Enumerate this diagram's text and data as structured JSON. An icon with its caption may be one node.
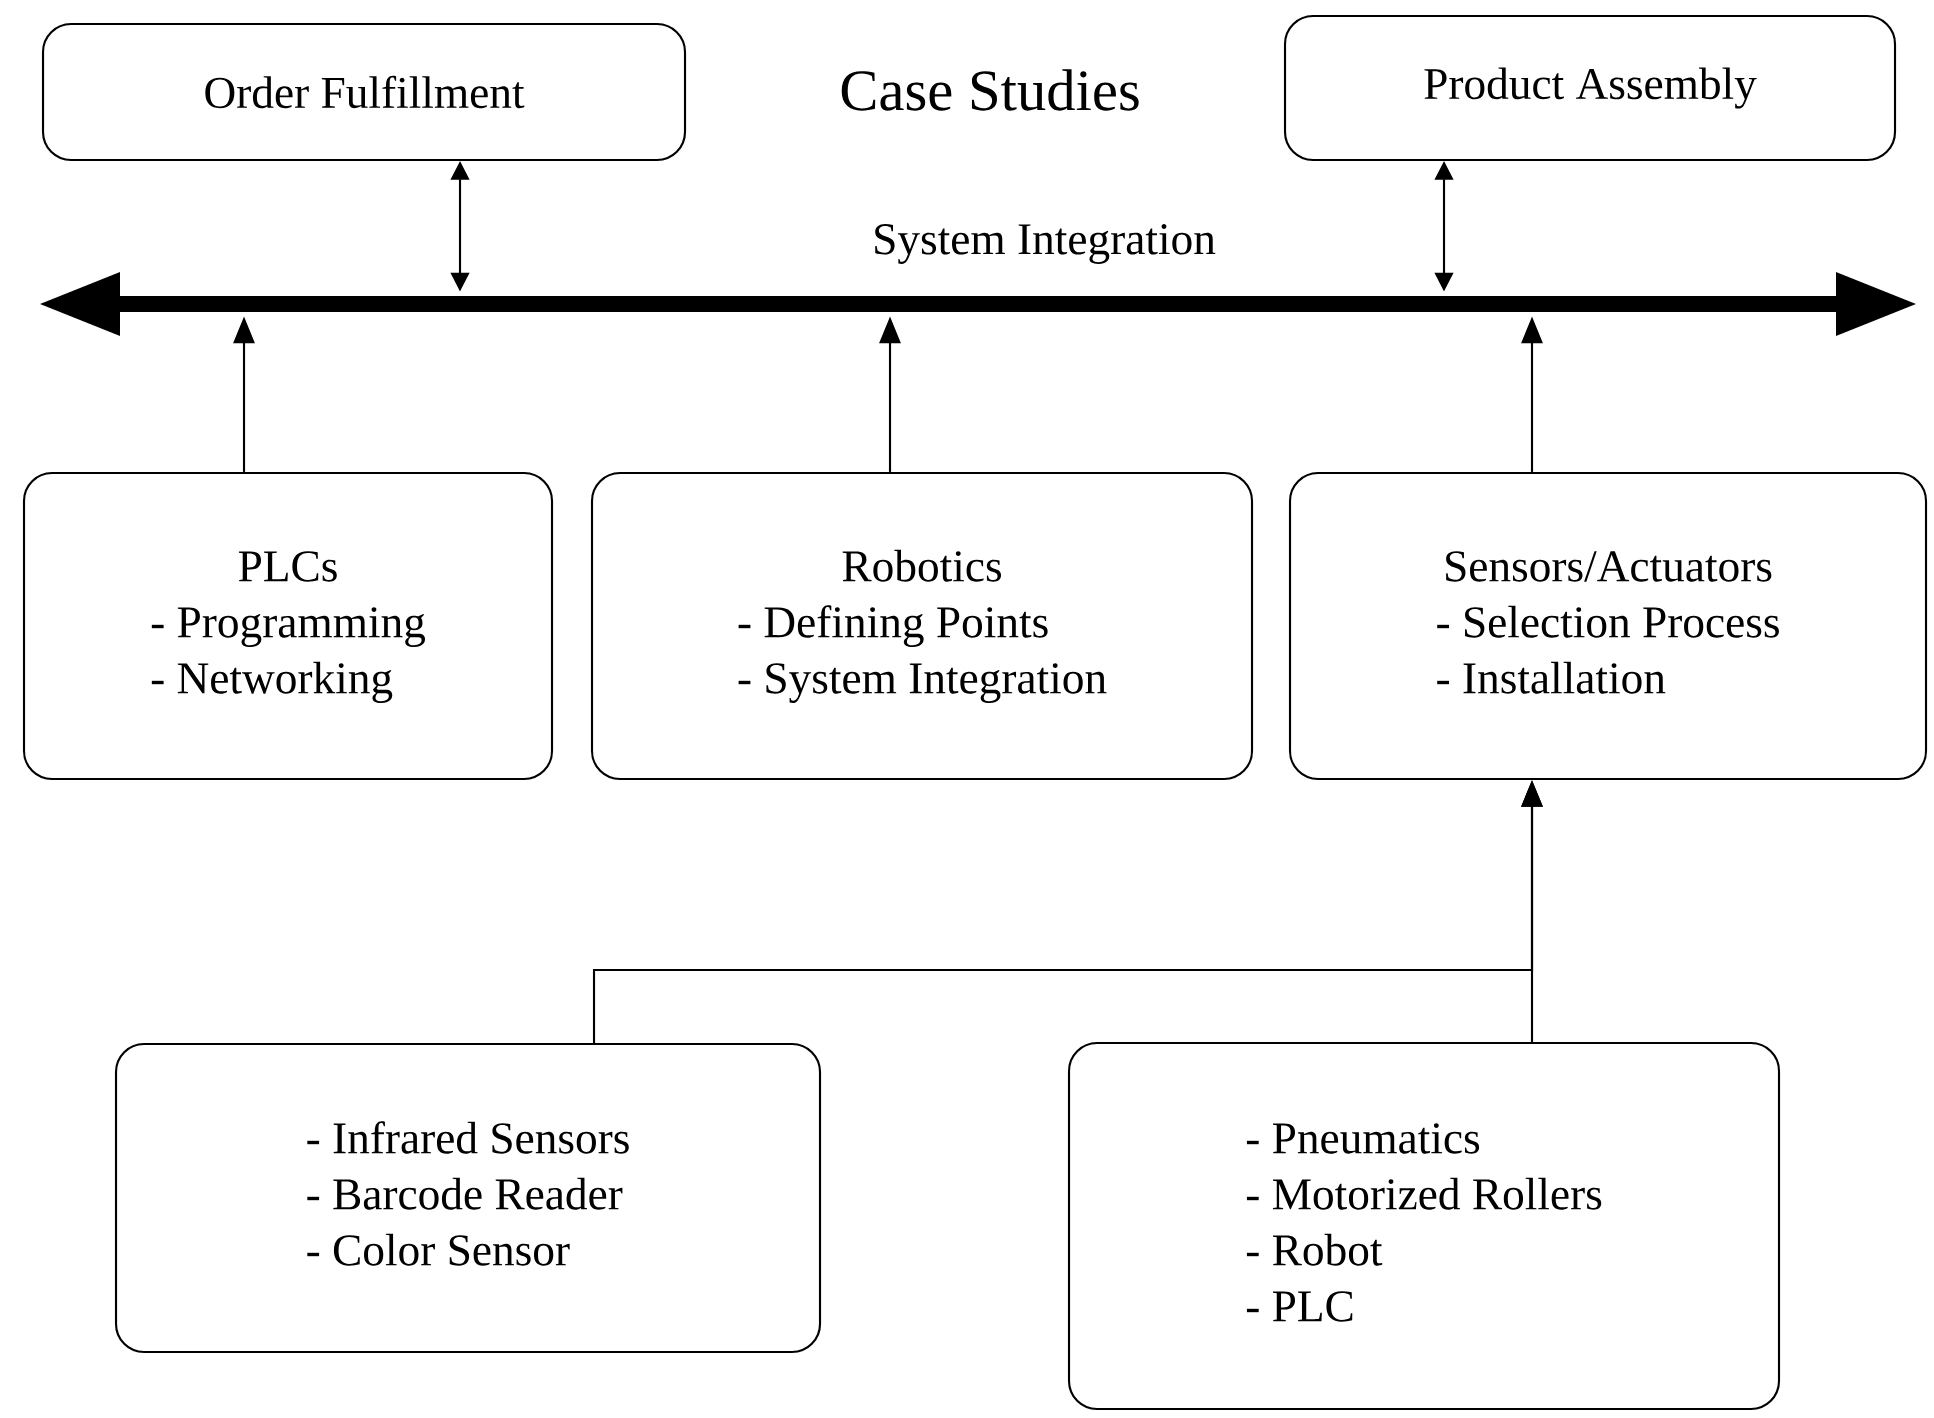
{
  "diagram": {
    "title": "Case Studies",
    "nodes": [
      {
        "text": [
          "Order Fulfillment"
        ]
      },
      {
        "text": [
          "Product Assembly"
        ]
      },
      {
        "text": [
          "System Integration"
        ]
      },
      {
        "text": [
          "PLCs",
          "- Programming",
          "- Networking"
        ]
      },
      {
        "text": [
          "Robotics",
          "- Defining Points",
          "- System Integration"
        ]
      },
      {
        "text": [
          "Sensors/Actuators",
          "- Selection Process",
          "- Installation"
        ]
      },
      {
        "text": [
          "- Infrared Sensors",
          "- Barcode Reader",
          "- Color Sensor"
        ]
      },
      {
        "text": [
          "- Pneumatics",
          "- Motorized Rollers",
          "- Robot",
          "- PLC"
        ]
      }
    ],
    "edges": [
      {
        "from": 0,
        "to": 2,
        "arrow": "both"
      },
      {
        "from": 1,
        "to": 2,
        "arrow": "both"
      },
      {
        "from": 3,
        "to": 2,
        "arrow": "to"
      },
      {
        "from": 4,
        "to": 2,
        "arrow": "to"
      },
      {
        "from": 5,
        "to": 2,
        "arrow": "to"
      },
      {
        "from": 6,
        "to": 5,
        "arrow": "to"
      },
      {
        "from": 7,
        "to": 5,
        "arrow": "to"
      }
    ]
  }
}
